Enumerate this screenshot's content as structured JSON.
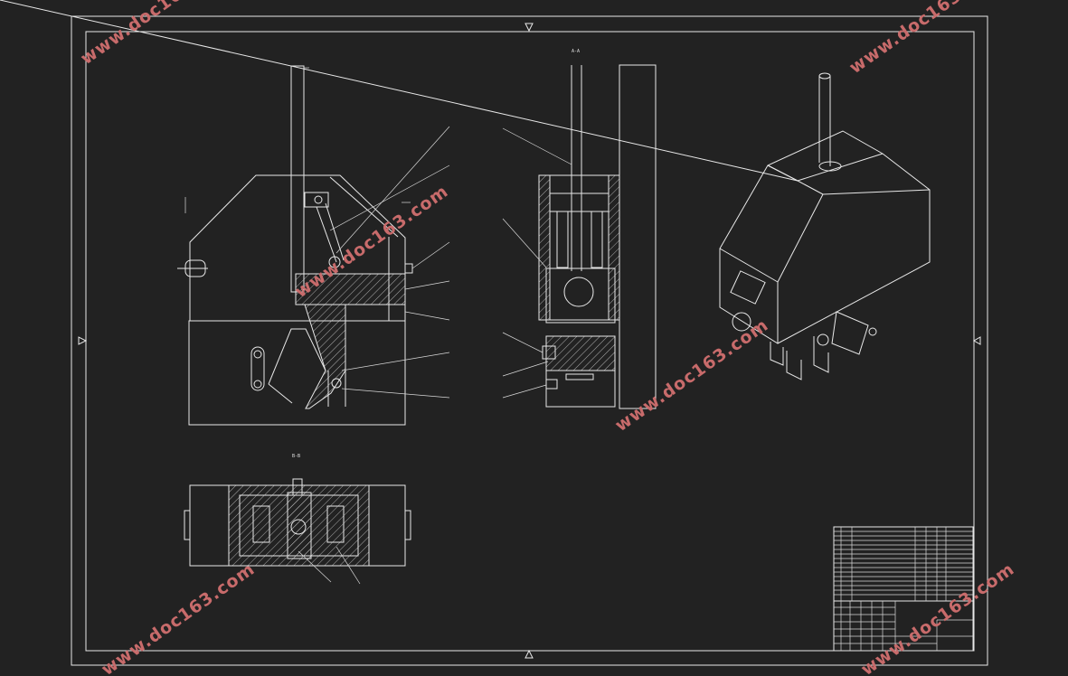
{
  "drawing": {
    "watermark_text": "www.doc163.com",
    "section_label_side": "A-A",
    "section_label_plan": "B-B"
  }
}
